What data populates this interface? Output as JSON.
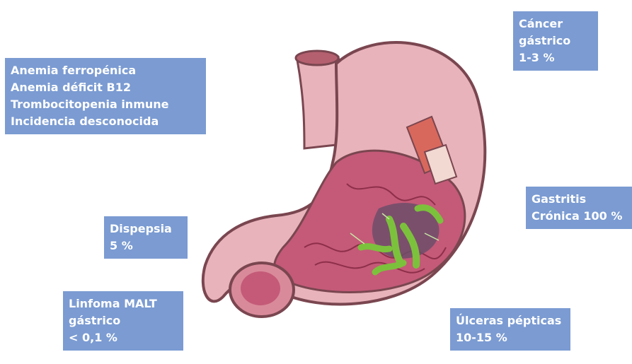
{
  "labels": {
    "anemia": {
      "lines": [
        "Anemia ferropénica",
        "Anemia déficit B12",
        "Trombocitopenia inmune",
        "Incidencia desconocida"
      ]
    },
    "cancer": {
      "lines": [
        "Cáncer",
        "gástrico",
        "1-3 %"
      ]
    },
    "gastritis": {
      "lines": [
        "Gastritis",
        "Crónica 100 %"
      ]
    },
    "dispepsia": {
      "lines": [
        "Dispepsia",
        "5 %"
      ]
    },
    "linfoma": {
      "lines": [
        "Linfoma MALT",
        "gástrico",
        "< 0,1 %"
      ]
    },
    "ulceras": {
      "lines": [
        "Úlceras pépticas",
        "10-15 %"
      ]
    }
  },
  "colors": {
    "label_bg": "#7b9bd2",
    "stomach_outer": "#e8b3ba",
    "stomach_inner": "#c45a78",
    "bacteria": "#7cc13c",
    "muscle": "#d9685c"
  }
}
